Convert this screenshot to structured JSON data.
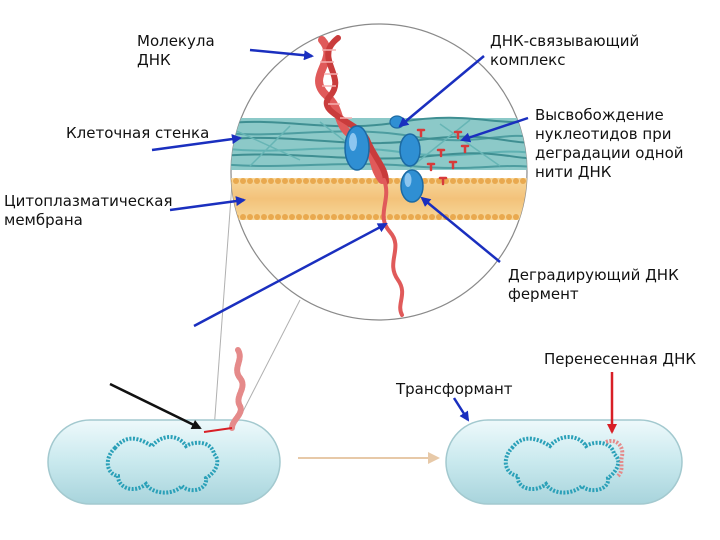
{
  "labels": {
    "dna_molecule": "Молекула\nДНК",
    "dna_binding_complex": "ДНК-связывающий\nкомплекс",
    "cell_wall": "Клеточная стенка",
    "nucleotide_release": "Высвобождение\nнуклеотидов при\nдеградации одной\nнити ДНК",
    "cytoplasmic_membrane": "Цитоплазматическая\nмембрана",
    "degrading_enzyme": "Деградирующий ДНК\nфермент",
    "transferred_dna": "Перенесенная ДНК",
    "transformant": "Трансформант"
  },
  "colors": {
    "pointer_arrow": "#1a2fbf",
    "entry_arrow": "#111111",
    "transferred_arrow": "#d81f26",
    "dna_strand": "#e05a5a",
    "cell_wall": "#5aa7a8",
    "membrane": "#f3c27a",
    "protein": "#2f8fd3",
    "cell_body": "#c9e9ee",
    "chromosome": "#2aa0b8"
  }
}
